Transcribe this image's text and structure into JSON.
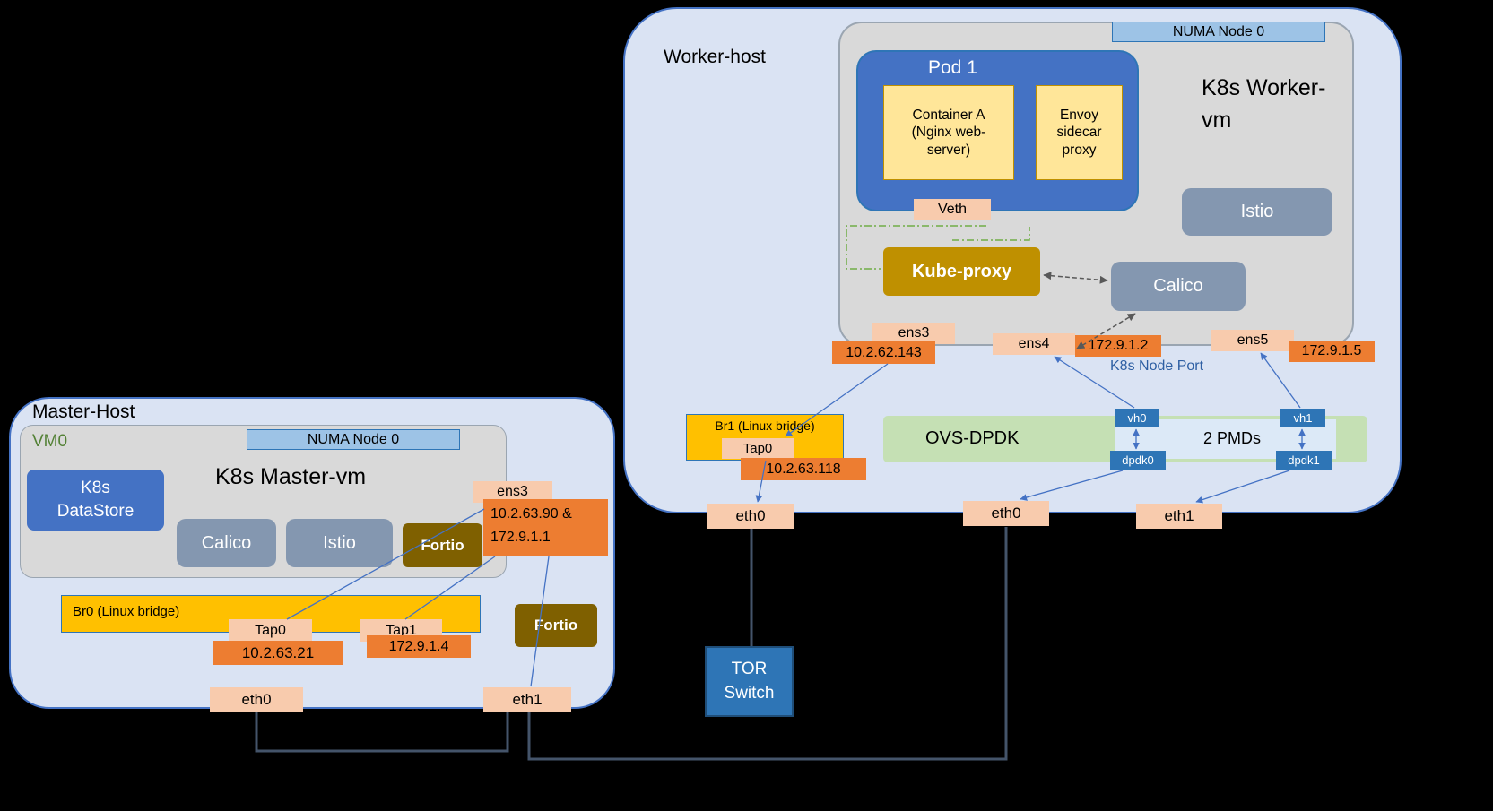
{
  "colors": {
    "host_fill": "#dae3f3",
    "host_border": "#4472c4",
    "numa_fill": "#d9d9d9",
    "numa_badge": "#9dc3e6",
    "pod_blue": "#4472c4",
    "container_yellow": "#ffe699",
    "bridge_yellow": "#ffc000",
    "port_peach": "#f8cbad",
    "ip_orange": "#ed7d31",
    "service_gray": "#8497b0",
    "kubeproxy_gold": "#bf9000",
    "fortio_olive": "#7f6000",
    "ovs_green": "#c5e0b4",
    "nic_blue": "#2e75b6"
  },
  "master": {
    "title": "Master-Host",
    "vm_name": "VM0",
    "numa_badge": "NUMA Node 0",
    "vm_title": "K8s Master-vm",
    "datastore": "K8s DataStore",
    "calico": "Calico",
    "istio": "Istio",
    "fortio_vm": "Fortio",
    "ens3_label": "ens3",
    "ens3_ip": "10.2.63.90 & 172.9.1.1",
    "bridge_label": "Br0 (Linux bridge)",
    "tap0_label": "Tap0",
    "tap0_ip": "10.2.63.21",
    "tap1_label": "Tap1",
    "tap1_ip": "172.9.1.4",
    "fortio_host": "Fortio",
    "eth0": "eth0",
    "eth1": "eth1"
  },
  "worker": {
    "title": "Worker-host",
    "numa_badge": "NUMA Node 0",
    "vm_title": "K8s Worker-vm",
    "pod_title": "Pod 1",
    "container_a": "Container A (Nginx web-server)",
    "envoy": "Envoy sidecar proxy",
    "veth": "Veth",
    "kube_proxy": "Kube-proxy",
    "calico": "Calico",
    "istio": "Istio",
    "ens3_label": "ens3",
    "ens3_ip": "10.2.62.143",
    "ens4_label": "ens4",
    "ens4_ip": "172.9.1.2",
    "node_port": "K8s Node Port",
    "ens5_label": "ens5",
    "ens5_ip": "172.9.1.5",
    "bridge_label": "Br1 (Linux bridge)",
    "tap0_label": "Tap0",
    "tap0_ip": "10.2.63.118",
    "ovs_label": "OVS-DPDK",
    "pmds": "2 PMDs",
    "vh0": "vh0",
    "vh1": "vh1",
    "dpdk0": "dpdk0",
    "dpdk1": "dpdk1",
    "eth0_left": "eth0",
    "eth0_mid": "eth0",
    "eth1": "eth1"
  },
  "tor": {
    "label": "TOR Switch"
  }
}
